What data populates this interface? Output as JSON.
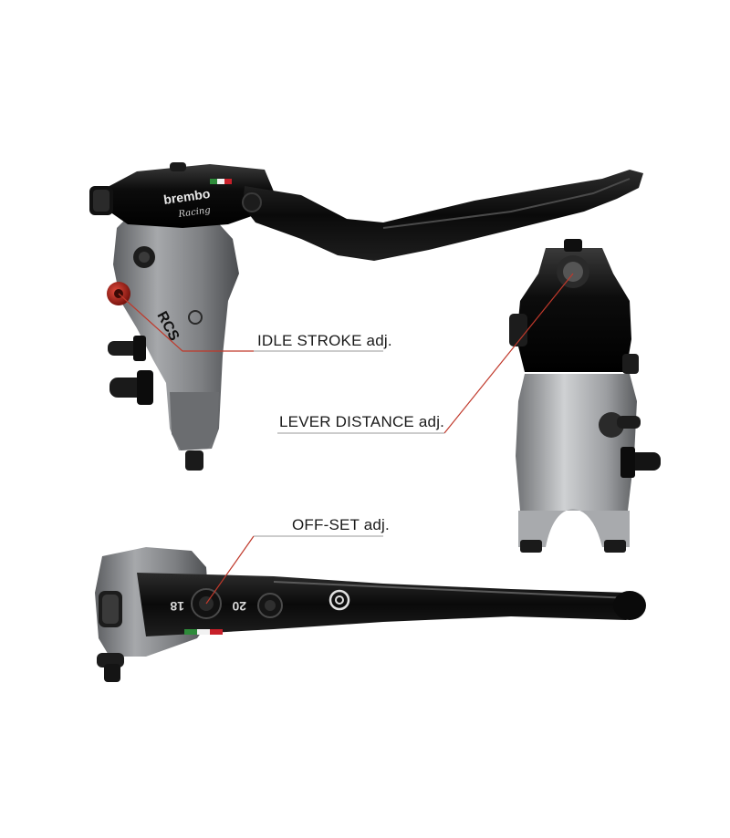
{
  "callouts": {
    "idle_stroke": "IDLE STROKE adj.",
    "lever_distance": "LEVER DISTANCE adj.",
    "offset": "OFF-SET adj."
  },
  "product_markings": {
    "brand": "brembo",
    "brand_script": "Racing",
    "model": "RCS",
    "scale_left": "18",
    "scale_right": "20"
  },
  "colors": {
    "callout_line": "#c0392b",
    "lever_black": "#0d0d0d",
    "body_gray": "#8a8c8f",
    "knob_red": "#b0281e",
    "flag_green": "#2e8b3a",
    "flag_red": "#c8202a"
  }
}
